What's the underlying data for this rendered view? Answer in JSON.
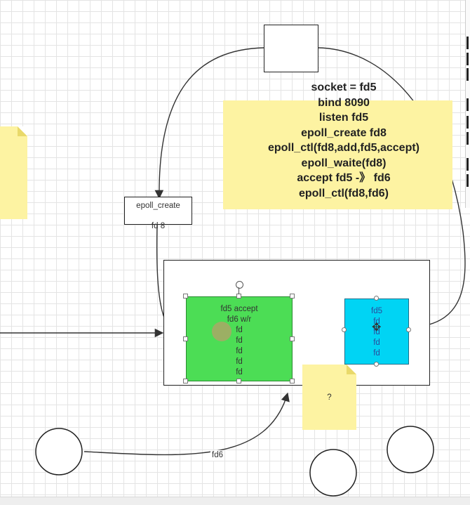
{
  "code_note": {
    "lines": [
      "socket  =  fd5",
      "bind  8090",
      "listen fd5",
      "epoll_create   fd8",
      "epoll_ctl(fd8,add,fd5,accept)",
      "epoll_waite(fd8)",
      "accept  fd5  -》 fd6",
      "epoll_ctl(fd8,fd6)"
    ]
  },
  "epoll_box": {
    "title": "epoll_create",
    "value": "fd  8"
  },
  "green_box": {
    "lines": [
      "fd5  accept",
      "fd6  w/r",
      "fd",
      "fd",
      "fd",
      "fd",
      "fd"
    ]
  },
  "cyan_box": {
    "lines": [
      "fd5",
      "fd",
      "fd",
      "fd",
      "fd"
    ]
  },
  "question_note": {
    "text": "?"
  },
  "edge_label": {
    "text": "fd6"
  },
  "colors": {
    "green_fill": "#4cdd55",
    "cyan_fill": "#00d4f4",
    "note_fill": "#fdf3a2",
    "line": "#333333"
  }
}
